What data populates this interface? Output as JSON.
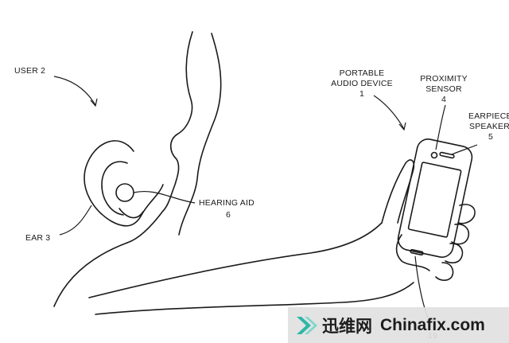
{
  "labels": {
    "user_line1": "USER 2",
    "portable_line1": "PORTABLE",
    "portable_line2": "AUDIO DEVICE",
    "portable_num": "1",
    "proximity_line1": "PROXIMITY",
    "proximity_line2": "SENSOR",
    "proximity_num": "4",
    "earpiece_line1": "EARPIECE",
    "earpiece_line2": "SPEAKER",
    "earpiece_num": "5",
    "hearing_line1": "HEARING AID",
    "hearing_num": "6",
    "ear_line1": "EAR 3",
    "bottom_num": "19"
  },
  "watermark": {
    "cn_text": "迅维网",
    "en_text": "Chinafix.com",
    "accent": "#2db7a7"
  }
}
